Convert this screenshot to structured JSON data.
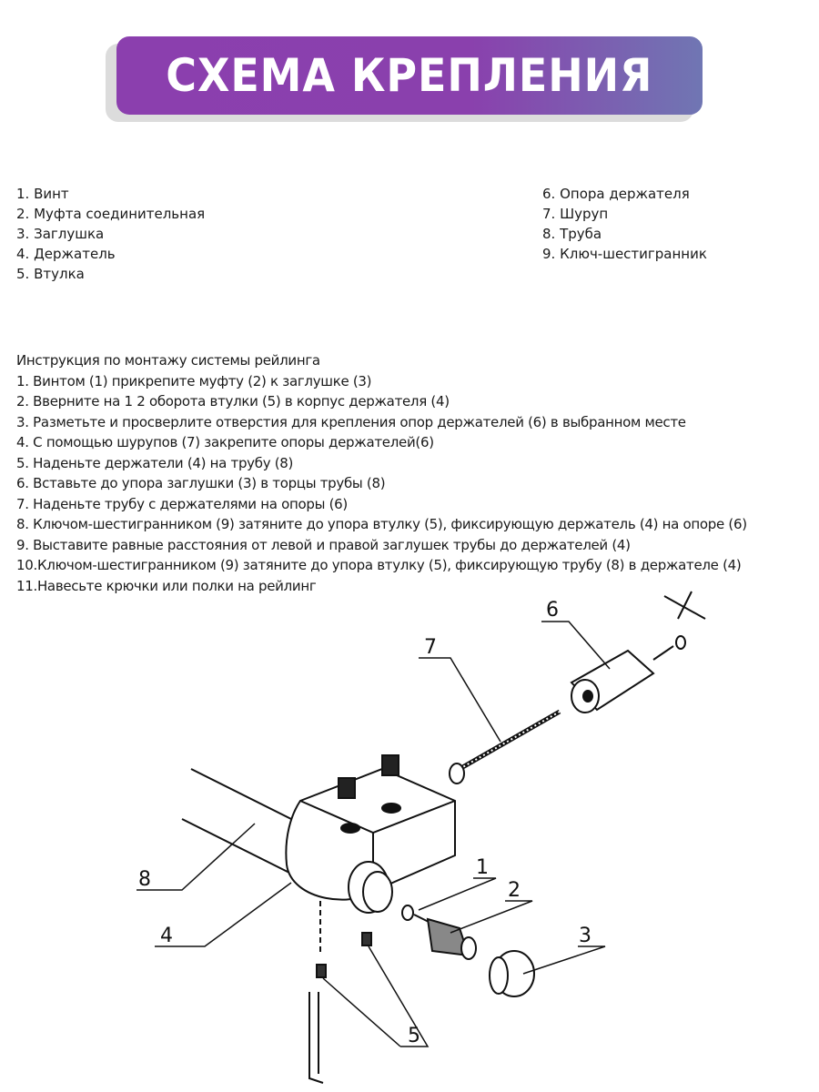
{
  "title": "СХЕМА КРЕПЛЕНИЯ",
  "parts_left": [
    "1. Винт",
    "2. Муфта соединительная",
    "3. Заглушка",
    "4. Держатель",
    "5. Втулка"
  ],
  "parts_right": [
    "6. Опора держателя",
    "7. Шуруп",
    "8. Труба",
    "9. Ключ-шестигранник"
  ],
  "instructions": {
    "heading": "Инструкция по монтажу системы рейлинга",
    "steps": [
      "1. Винтом (1) прикрепите муфту (2) к заглушке (3)",
      "2. Вверните на 1 2 оборота втулки (5) в корпус держателя (4)",
      "3. Разметьте и просверлите отверстия для крепления опор держателей (6) в выбранном месте",
      "4. С помощью шурупов (7) закрепите опоры держателей(6)",
      "5. Наденьте держатели (4) на трубу (8)",
      "6. Вставьте до упора заглушки (3) в торцы трубы (8)",
      "7. Наденьте трубу с держателями на опоры (6)",
      "8. Ключом-шестигранником (9) затяните до упора втулку (5), фиксирующую держатель (4) на опоре (6)",
      "9. Выставите равные расстояния от левой и правой заглушек трубы до держателей (4)",
      "10.Ключом-шестигранником (9) затяните до упора втулку (5), фиксирующую трубу (8) в держателе (4)",
      "11.Навесьте крючки или полки на рейлинг"
    ]
  },
  "diagram_labels": {
    "l1": "1",
    "l2": "2",
    "l3": "3",
    "l4": "4",
    "l5": "5",
    "l6": "6",
    "l7": "7",
    "l8": "8"
  },
  "colors": {
    "banner_start": "#8b3fae",
    "banner_end": "#7076b3"
  }
}
